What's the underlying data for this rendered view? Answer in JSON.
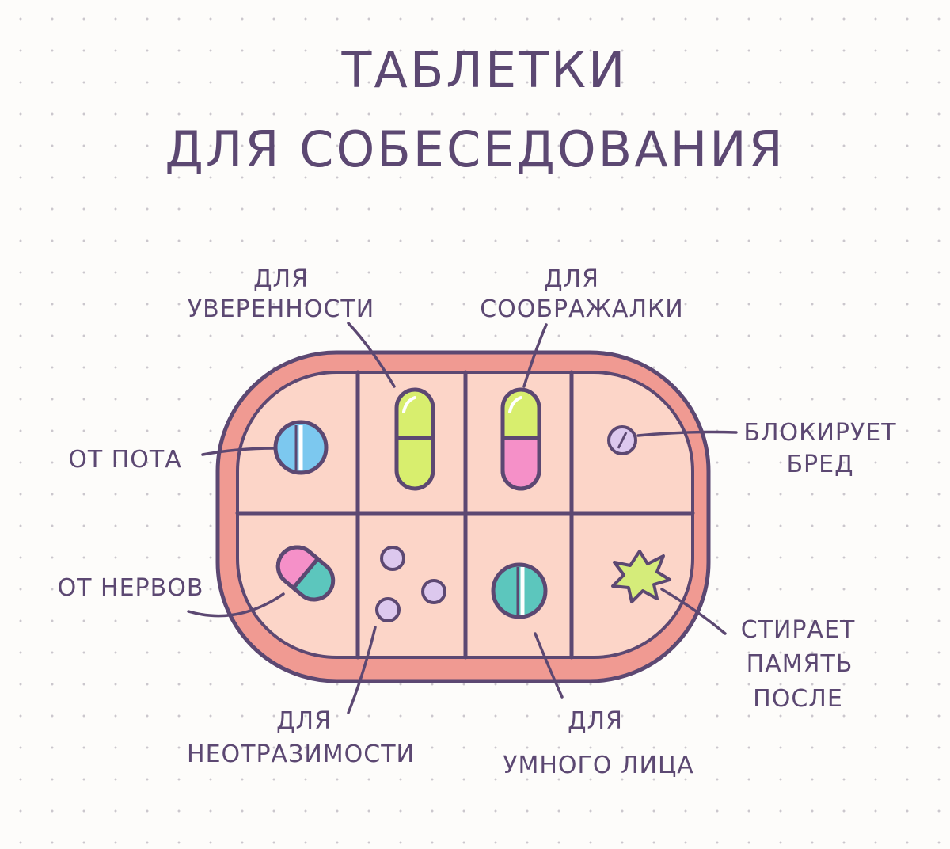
{
  "title": {
    "line1": "ТАБЛЕТКИ",
    "line2": "ДЛЯ СОБЕСЕДОВАНИЯ"
  },
  "labels": {
    "sweat": "ОТ ПОТА",
    "confidence_1": "ДЛЯ",
    "confidence_2": "УВЕРЕННОСТИ",
    "wit_1": "ДЛЯ",
    "wit_2": "СООБРАЖАЛКИ",
    "nonsense_1": "БЛОКИРУЕТ",
    "nonsense_2": "БРЕД",
    "nerves": "ОТ НЕРВОВ",
    "irresistible_1": "ДЛЯ",
    "irresistible_2": "НЕОТРАЗИМОСТИ",
    "smartface_1": "ДЛЯ",
    "smartface_2": "УМНОГО ЛИЦА",
    "memory_1": "СТИРАЕТ",
    "memory_2": "ПАМЯТЬ",
    "memory_3": "ПОСЛЕ"
  },
  "colors": {
    "ink": "#5c4872",
    "case_rim": "#f09a92",
    "case_fill": "#fcd5c8",
    "pill_blue": "#7cc8ef",
    "pill_lime": "#d8ee6e",
    "pill_pink": "#f590c8",
    "pill_teal": "#5cc6bd",
    "pill_lavender": "#dcc8ee",
    "pill_green_star": "#d5ec7a"
  },
  "icons": {
    "round_pill": "round-split-pill-icon",
    "capsule": "capsule-icon",
    "small_pill": "small-round-pill-icon",
    "oval_pill": "oval-pill-icon",
    "bead": "bead-pill-icon",
    "star": "star-burst-pill-icon"
  }
}
